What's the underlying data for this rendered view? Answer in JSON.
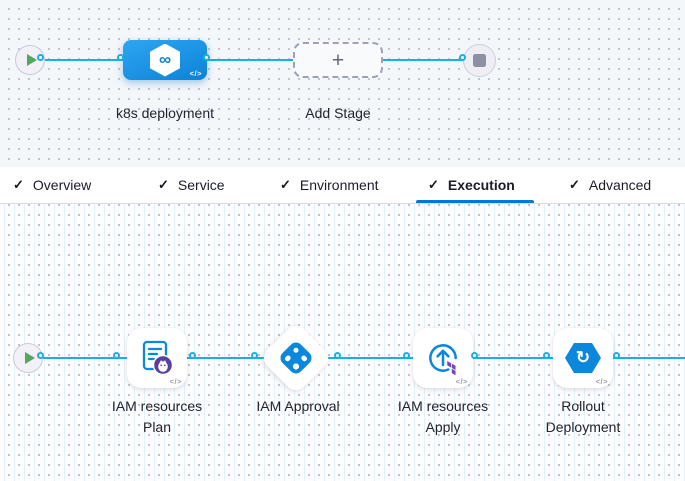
{
  "icons": {
    "check": "✓",
    "plus": "+",
    "infinity": "∞",
    "code": "</>",
    "rotate": "↻"
  },
  "stage_canvas": {
    "stage_label": "k8s deployment",
    "add_stage_label": "Add Stage"
  },
  "tabs": [
    {
      "label": "Overview",
      "active": false
    },
    {
      "label": "Service",
      "active": false
    },
    {
      "label": "Environment",
      "active": false
    },
    {
      "label": "Execution",
      "active": true
    },
    {
      "label": "Advanced",
      "active": false
    }
  ],
  "execution_canvas": {
    "steps": [
      {
        "line1": "IAM resources",
        "line2": "Plan"
      },
      {
        "line1": "IAM Approval",
        "line2": ""
      },
      {
        "line1": "IAM resources",
        "line2": "Apply"
      },
      {
        "line1": "Rollout",
        "line2": "Deployment"
      }
    ]
  },
  "colors": {
    "accent_blue": "#0278d5",
    "line_blue": "#16b0e6",
    "node_gradient_top": "#2ea6f1",
    "node_gradient_bottom": "#0c82d8",
    "success_green": "#55a75f",
    "terraform_purple": "#7b42bc",
    "badge_purple": "#5b3f9e"
  }
}
